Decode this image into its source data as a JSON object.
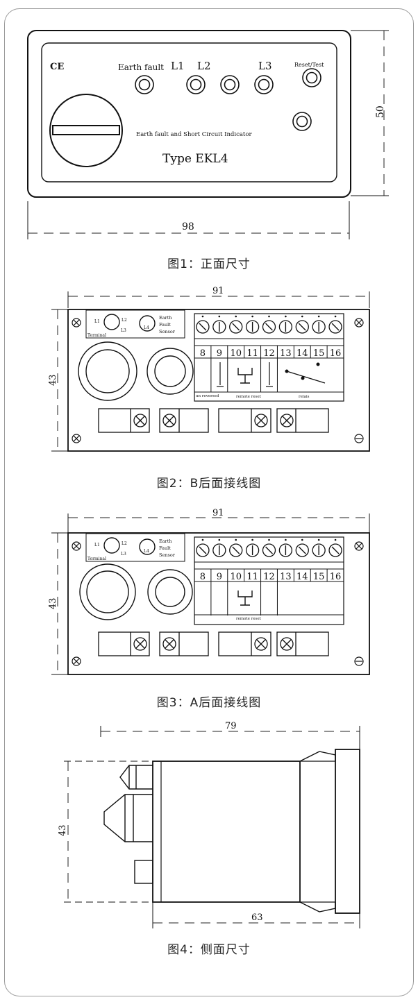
{
  "fig1": {
    "caption": "图1：正面尺寸",
    "ce_mark": "CE",
    "label_earth_fault": "Earth fault",
    "label_l1": "L1",
    "label_l2": "L2",
    "label_l3": "L3",
    "label_reset": "Reset/Test",
    "subtitle": "Earth fault and Short Circuit Indicator",
    "type_text": "Type EKL4",
    "dim_width": "98",
    "dim_height": "50"
  },
  "fig2": {
    "caption": "图2：B后面接线图",
    "dim_width": "91",
    "dim_height": "43",
    "sensor_l1": "L1",
    "sensor_l2": "L2",
    "sensor_l3": "L3",
    "terminal_label": "Terminal",
    "earth_label": "Earth",
    "fault_label": "Fault",
    "sensor_label": "Sensor",
    "l4_label": "L4",
    "terminal_numbers": [
      "8",
      "9",
      "10",
      "11",
      "12",
      "13",
      "14",
      "15",
      "16"
    ],
    "note_reversed": "un reversed",
    "note_remote": "remote reset",
    "note_relais": "relais"
  },
  "fig3": {
    "caption": "图3：A后面接线图",
    "dim_width": "91",
    "dim_height": "43",
    "sensor_l1": "L1",
    "sensor_l2": "L2",
    "sensor_l3": "L3",
    "terminal_label": "Terminal",
    "earth_label": "Earth",
    "fault_label": "Fault",
    "sensor_label": "Sensor",
    "l4_label": "L4",
    "terminal_numbers": [
      "8",
      "9",
      "10",
      "11",
      "12",
      "13",
      "14",
      "15",
      "16"
    ],
    "note_remote": "remote reset"
  },
  "fig4": {
    "caption": "图4：侧面尺寸",
    "dim_width": "79",
    "dim_height": "43",
    "dim_body": "63"
  }
}
